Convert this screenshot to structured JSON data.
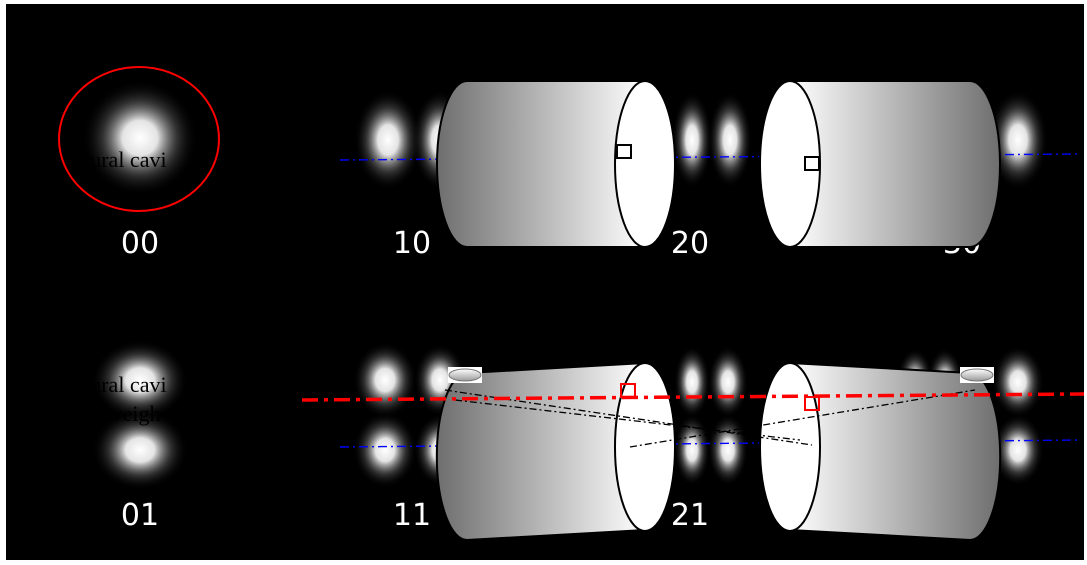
{
  "colors": {
    "background": "#000000",
    "frame": "#ffffff",
    "highlight_red": "#ff0000",
    "axis_blue": "#0000ff",
    "spot_white": "#ffffff"
  },
  "modes": {
    "m00": "00",
    "m10": "10",
    "m20": "20",
    "m30": "30",
    "m01": "01",
    "m11": "11",
    "m21": "21"
  },
  "captions": {
    "top_overlay": "itural cavi",
    "bottom_overlay_line1": "itural cavi",
    "bottom_overlay_line2": "ith weigh"
  },
  "icons": {
    "top_left_cylinder": "cylinder-icon",
    "top_right_cylinder": "cylinder-icon",
    "bottom_left_cylinder": "tapered-cylinder-icon",
    "bottom_right_cylinder": "tapered-cylinder-icon",
    "marker": "square-marker-icon",
    "mirror": "mirror-icon"
  }
}
